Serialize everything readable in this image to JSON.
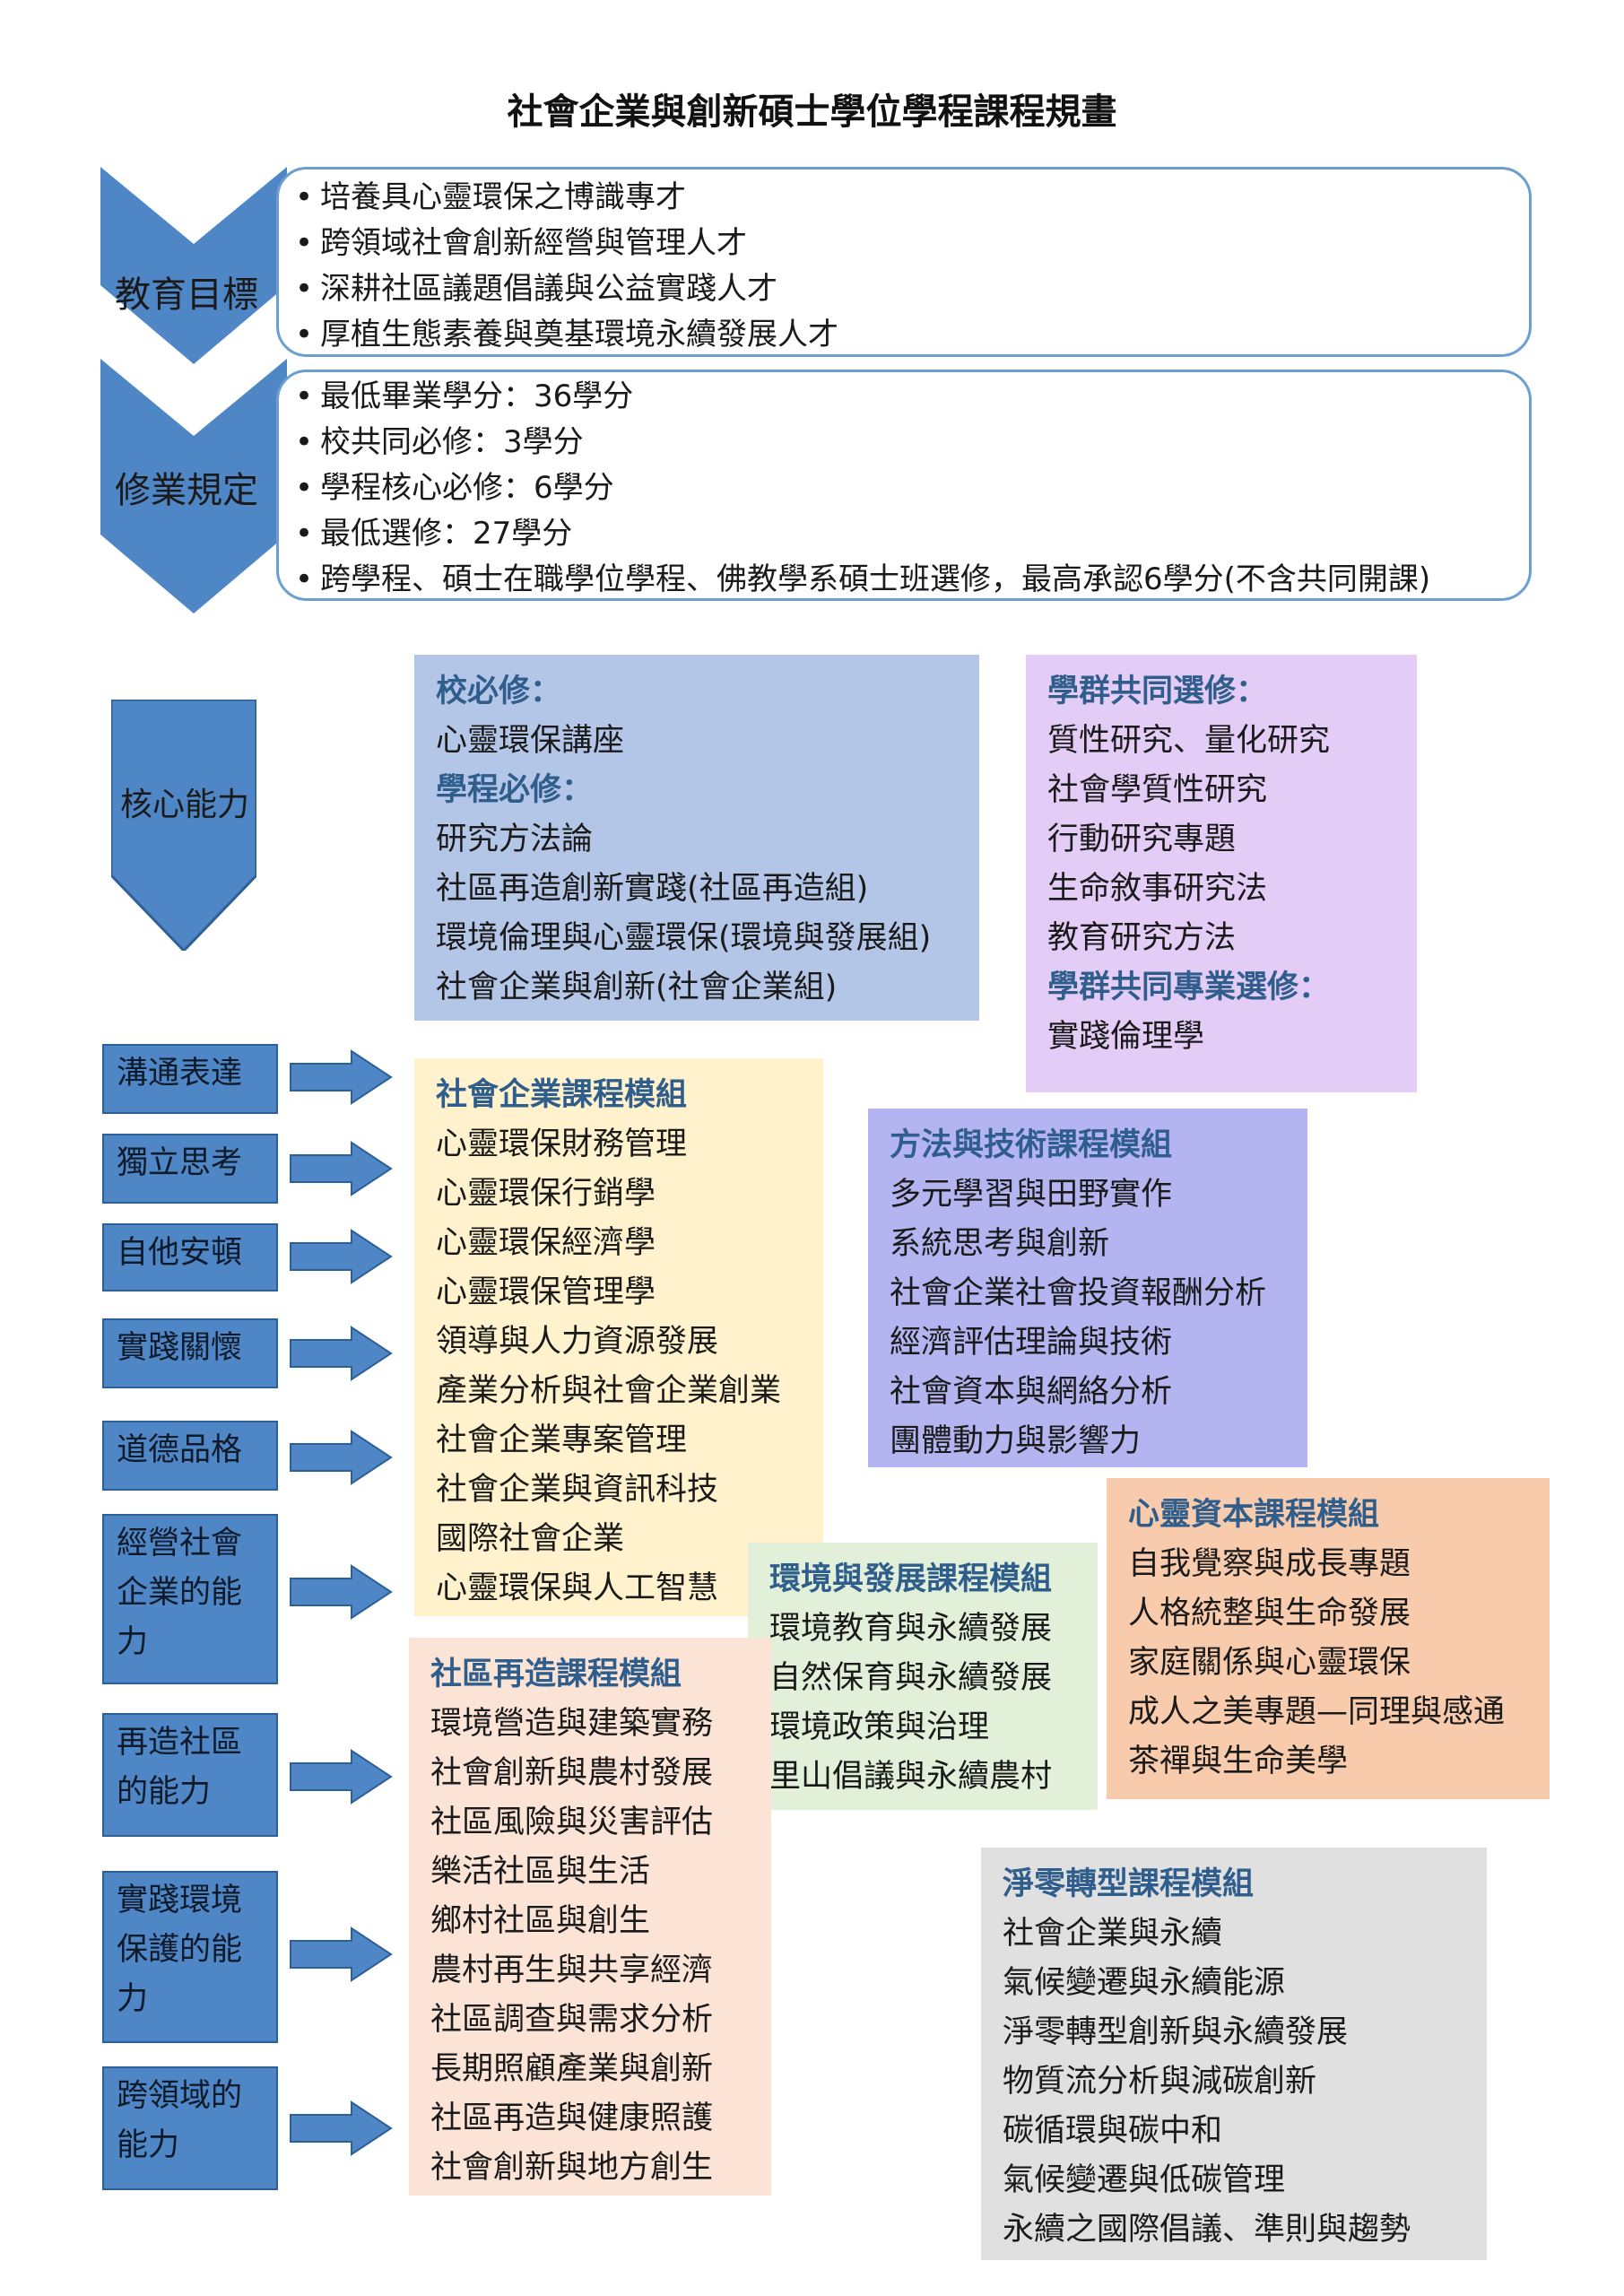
{
  "title": "社會企業與創新碩士學位學程課程規畫",
  "education_goals": {
    "label": "教育目標",
    "items": [
      "培養具心靈環保之博識專才",
      "跨領域社會創新經營與管理人才",
      "深耕社區議題倡議與公益實踐人才",
      "厚植生態素養與奠基環境永續發展人才"
    ]
  },
  "study_rules": {
    "label": "修業規定",
    "items": [
      "最低畢業學分：36學分",
      "校共同必修：3學分",
      "學程核心必修：6學分",
      "最低選修：27學分",
      "跨學程、碩士在職學位學程、佛教學系碩士班選修，最高承認6學分(不含共同開課)"
    ]
  },
  "core_label": "核心能力",
  "required_box": {
    "school_title": "校必修：",
    "school_items": [
      "心靈環保講座"
    ],
    "program_title": "學程必修：",
    "program_items": [
      "研究方法論",
      "社區再造創新實踐(社區再造組)",
      "環境倫理與心靈環保(環境與發展組)",
      "社會企業與創新(社會企業組)"
    ]
  },
  "group_box": {
    "elective_title": "學群共同選修：",
    "elective_items": [
      "質性研究、量化研究",
      "社會學質性研究",
      "行動研究專題",
      "生命敘事研究法",
      "教育研究方法"
    ],
    "prof_title": "學群共同專業選修：",
    "prof_items": [
      "實踐倫理學"
    ]
  },
  "abilities": [
    "溝通表達",
    "獨立思考",
    "自他安頓",
    "實踐關懷",
    "道德品格",
    "經營社會企業的能力",
    "再造社區的能力",
    "實踐環境保護的能力",
    "跨領域的能力"
  ],
  "modules": {
    "social_enterprise": {
      "title": "社會企業課程模組",
      "items": [
        "心靈環保財務管理",
        "心靈環保行銷學",
        "心靈環保經濟學",
        "心靈環保管理學",
        "領導與人力資源發展",
        "產業分析與社會企業創業",
        "社會企業專案管理",
        "社會企業與資訊科技",
        "國際社會企業",
        "心靈環保與人工智慧"
      ]
    },
    "methods": {
      "title": "方法與技術課程模組",
      "items": [
        "多元學習與田野實作",
        "系統思考與創新",
        "社會企業社會投資報酬分析",
        "經濟評估理論與技術",
        "社會資本與網絡分析",
        "團體動力與影響力"
      ]
    },
    "spiritual": {
      "title": "心靈資本課程模組",
      "items": [
        "自我覺察與成長專題",
        "人格統整與生命發展",
        "家庭關係與心靈環保",
        "成人之美專題—同理與感通",
        "茶禪與生命美學"
      ]
    },
    "environment": {
      "title": "環境與發展課程模組",
      "items": [
        "環境教育與永續發展",
        "自然保育與永續發展",
        "環境政策與治理",
        "里山倡議與永續農村"
      ]
    },
    "community": {
      "title": "社區再造課程模組",
      "items": [
        "環境營造與建築實務",
        "社會創新與農村發展",
        "社區風險與災害評估",
        "樂活社區與生活",
        "鄉村社區與創生",
        "農村再生與共享經濟",
        "社區調查與需求分析",
        "長期照顧產業與創新",
        "社區再造與健康照護",
        "社會創新與地方創生"
      ]
    },
    "net_zero": {
      "title": "淨零轉型課程模組",
      "items": [
        "社會企業與永續",
        "氣候變遷與永續能源",
        "淨零轉型創新與永續發展",
        "物質流分析與減碳創新",
        "碳循環與碳中和",
        "氣候變遷與低碳管理",
        "永續之國際倡議、準則與趨勢"
      ]
    }
  },
  "colors": {
    "chevron": "#4f86c6",
    "box_border": "#6a9fd0",
    "required_bg": "#b4c6e7",
    "group_bg": "#e3ccf5",
    "social_bg": "#fff2cc",
    "methods_bg": "#b4b4f0",
    "spiritual_bg": "#f8cbad",
    "environment_bg": "#e2efd9",
    "community_bg": "#fbe3d6",
    "netzero_bg": "#e0e0e0",
    "title_blue": "#2f5d8c"
  }
}
